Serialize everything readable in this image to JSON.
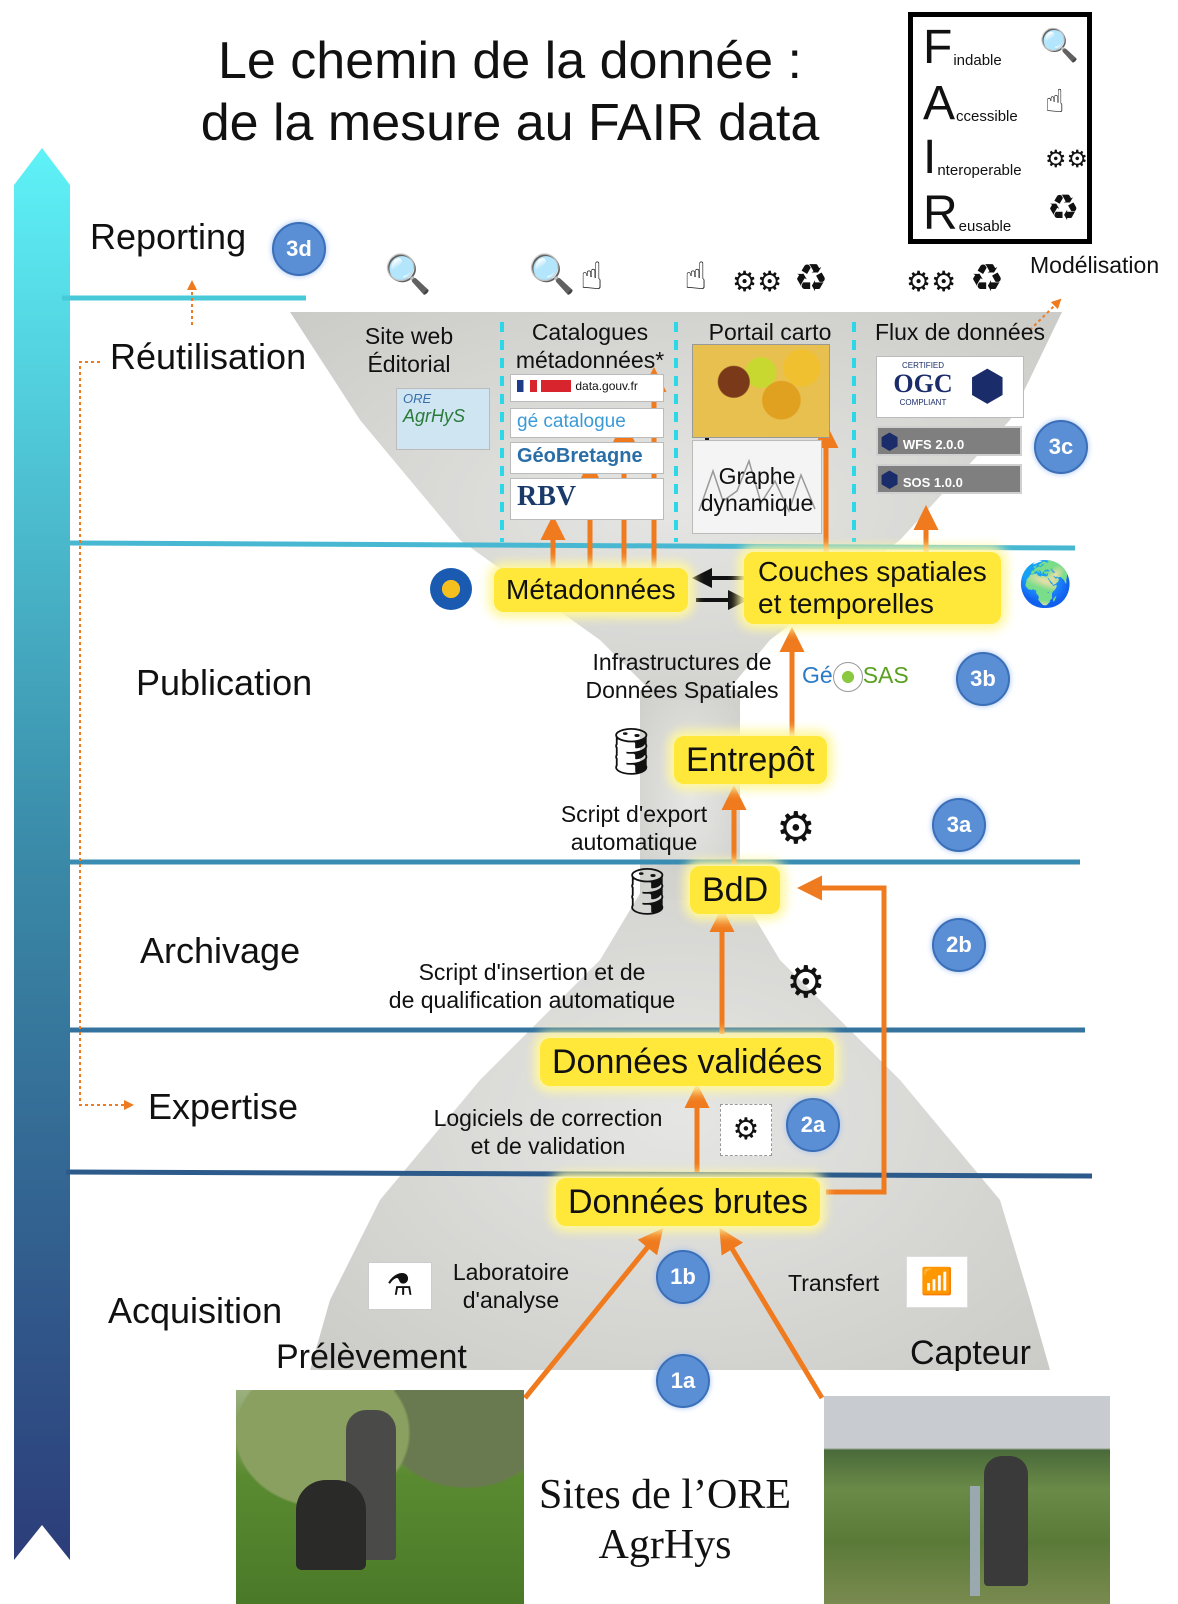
{
  "title": {
    "line1": "Le chemin de la donnée :",
    "line2": "de la mesure au FAIR data"
  },
  "fair": [
    {
      "letter": "F",
      "rest": "indable",
      "icon": "search-icon",
      "glyph": "🔍"
    },
    {
      "letter": "A",
      "rest": "ccessible",
      "icon": "hand-pointer-icon",
      "glyph": "☝"
    },
    {
      "letter": "I",
      "rest": "nteroperable",
      "icon": "gears-icon",
      "glyph": "⚙⚙"
    },
    {
      "letter": "R",
      "rest": "eusable",
      "icon": "recycle-icon",
      "glyph": "♻"
    }
  ],
  "stages": {
    "reporting": "Reporting",
    "reutilisation": "Réutilisation",
    "publication": "Publication",
    "archivage": "Archivage",
    "expertise": "Expertise",
    "acquisition": "Acquisition"
  },
  "badges": {
    "b3d": "3d",
    "b3c": "3c",
    "b3b": "3b",
    "b3a": "3a",
    "b2b": "2b",
    "b2a": "2a",
    "b1b": "1b",
    "b1a": "1a"
  },
  "modelisation": "Modélisation",
  "columns": {
    "site_web": {
      "line1": "Site web",
      "line2": "Éditorial"
    },
    "catalogues": {
      "line1": "Catalogues",
      "line2": "métadonnées*"
    },
    "portail": "Portail carto",
    "flux": "Flux de données"
  },
  "logos": {
    "ore": {
      "line1": "ORE",
      "line2": "AgrHyS"
    },
    "datagouv": "data.gouv.fr",
    "geocatalogue": "gé catalogue",
    "geobretagne": "GéoBretagne",
    "rbv": "RBV",
    "ogc": {
      "line1": "CERTIFIED",
      "line2": "OGC",
      "line3": "COMPLIANT"
    },
    "wfs": "WFS 2.0.0",
    "sos": "SOS 1.0.0",
    "geosas": {
      "part1": "Gé",
      "part2": "SAS"
    }
  },
  "graphe": {
    "line1": "Graphe",
    "line2": "dynamique"
  },
  "boxes": {
    "metadonnees": "Métadonnées",
    "couches": {
      "line1": "Couches spatiales",
      "line2": "et temporelles"
    },
    "entrepot": "Entrepôt",
    "bdd": "BdD",
    "validees": "Données validées",
    "brutes": "Données brutes"
  },
  "labels": {
    "ids": {
      "line1": "Infrastructures de",
      "line2": "Données Spatiales"
    },
    "export": {
      "line1": "Script d'export",
      "line2": "automatique"
    },
    "insertion": {
      "line1": "Script d'insertion et de",
      "line2": "de qualification automatique"
    },
    "logiciels": {
      "line1": "Logiciels de correction",
      "line2": "et de validation"
    },
    "labo": {
      "line1": "Laboratoire",
      "line2": "d'analyse"
    },
    "transfert": "Transfert",
    "prelevement": "Prélèvement",
    "capteur": "Capteur"
  },
  "sites": {
    "line1": "Sites de l’ORE",
    "line2": "AgrHys"
  },
  "colors": {
    "accent_orange": "#f07a1e",
    "badge_blue": "#5a8fd6",
    "highlight_yellow": "#ffe83a",
    "arrow_top": "#5ef2f7",
    "arrow_bottom": "#2c3d7a"
  }
}
